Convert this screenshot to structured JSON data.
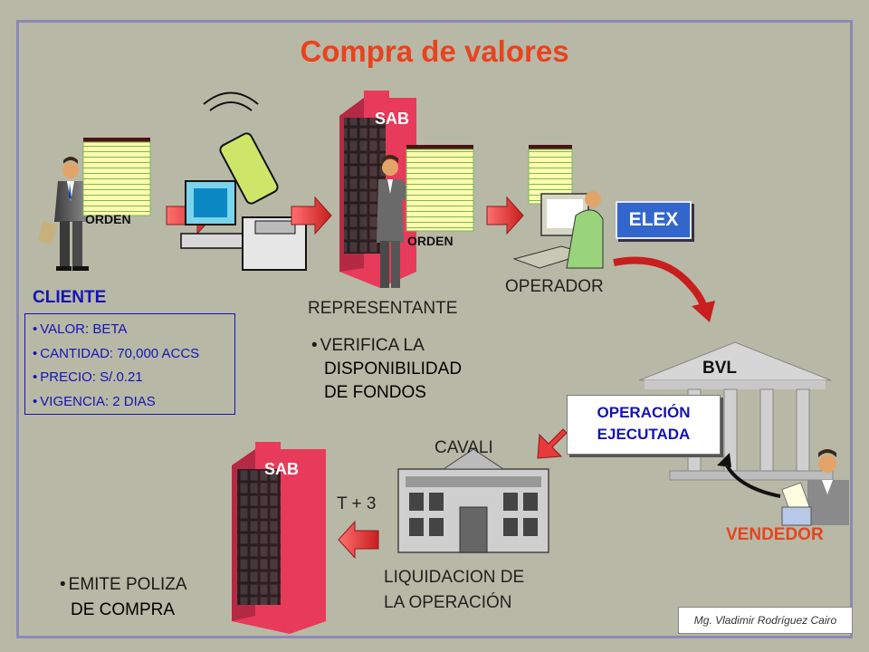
{
  "title": "Compra de valores",
  "labels": {
    "orden_1": "ORDEN",
    "orden_2": "ORDEN",
    "sab_top": "SAB",
    "sab_bottom": "SAB",
    "elex": "ELEX",
    "cliente": "CLIENTE",
    "representante": "REPRESENTANTE",
    "operador": "OPERADOR",
    "bvl": "BVL",
    "cavali": "CAVALI",
    "vendedor": "VENDEDOR",
    "t_plus": "T + 3"
  },
  "cliente_details": [
    "VALOR: BETA",
    "CANTIDAD: 70,000 ACCS",
    "PRECIO: S/.0.21",
    "VIGENCIA: 2 DIAS"
  ],
  "representante_bullet": [
    "VERIFICA LA",
    "DISPONIBILIDAD",
    "DE FONDOS"
  ],
  "operacion": [
    "OPERACIÓN",
    "EJECUTADA"
  ],
  "liquidacion": [
    "LIQUIDACION DE",
    "LA OPERACIÓN"
  ],
  "emite_bullet": [
    "EMITE POLIZA",
    "DE COMPRA"
  ],
  "credit": "Mg. Vladimir Rodríguez Cairo",
  "colors": {
    "background": "#b8b8a6",
    "title": "#e8431e",
    "accent_blue": "#1414b4",
    "building_red": "#e83a5a",
    "arrow_red": "#e83a3a",
    "elex_blue": "#3366cc"
  },
  "icons": [
    "businessman-icon",
    "order-document-icon",
    "phone-computer-fax-icon",
    "office-building-icon",
    "operator-computer-icon",
    "stock-exchange-building-icon",
    "cavali-building-icon"
  ]
}
